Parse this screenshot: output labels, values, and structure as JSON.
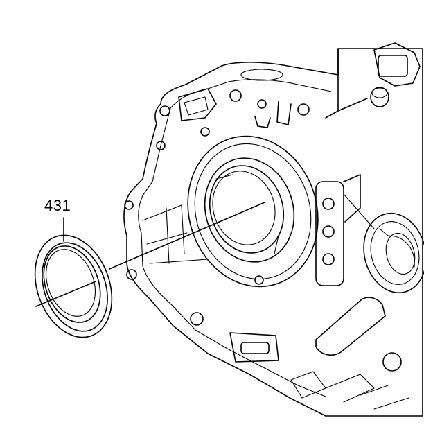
{
  "callout": {
    "label": "431"
  },
  "parts": {
    "seal_icon": "oil-seal-ring",
    "housing_icon": "transmission-case-housing"
  },
  "colors": {
    "line": "#000000",
    "background": "#ffffff"
  }
}
